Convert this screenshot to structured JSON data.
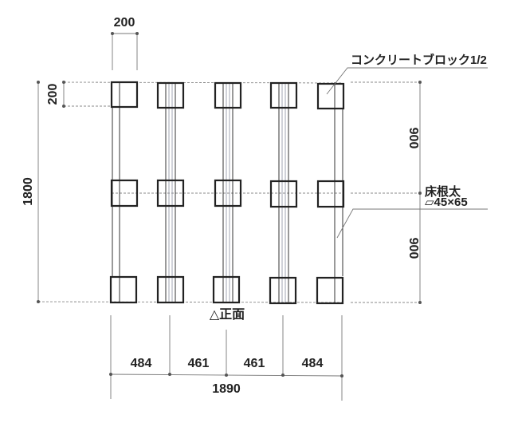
{
  "title_front": "△正面",
  "labels": {
    "block": "コンクリートブロック1/2",
    "joist_name": "床根太",
    "joist_size": "▱45×65"
  },
  "dimensions": {
    "block_width": "200",
    "block_depth": "200",
    "total_depth": "1800",
    "span_upper": "900",
    "span_lower": "900",
    "spacing": [
      "484",
      "461",
      "461",
      "484"
    ],
    "total_width": "1890"
  }
}
